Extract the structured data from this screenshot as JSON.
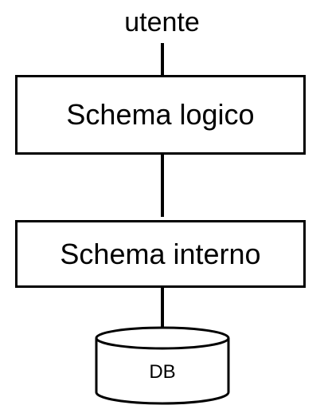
{
  "diagram": {
    "user_label": "utente",
    "layers": [
      {
        "label": "Schema logico"
      },
      {
        "label": "Schema interno"
      }
    ],
    "database_label": "DB"
  }
}
